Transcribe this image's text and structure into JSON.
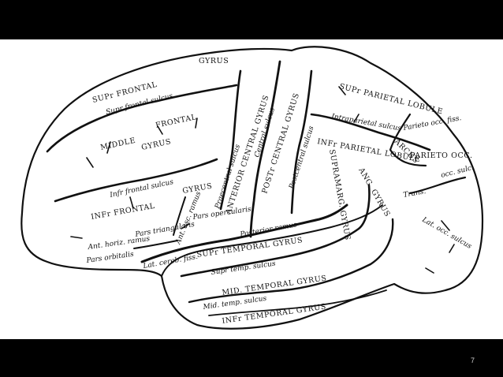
{
  "page_number": "7",
  "labels": {
    "sup_frontal": "SUPr FRONTAL",
    "gyrus_top": "GYRUS",
    "supr_frontal_sulcus": "Supr frontal sulcus",
    "middle": "MIDDLE",
    "frontal": "FRONTAL",
    "gyrus_mid": "GYRUS",
    "inf_frontal_sulcus": "Infr frontal sulcus",
    "infr_frontal": "INFr FRONTAL",
    "gyrus_pars": "GYRUS",
    "pars_triangularis": "Pars triangularis",
    "ant_horiz_ramus": "Ant. horiz. ramus",
    "pars_orbitalis": "Pars orbitalis",
    "ant_asc_ramus": "Ant. asc. ramus",
    "pars_opercularis": "Pars opercularis",
    "lat_cereb_fiss": "Lat. cereb. fiss.",
    "posterior_ramus": "Posterior ramus",
    "sup_temporal_gyrus": "SUPr TEMPORAL GYRUS",
    "supr_temp_sulcus": "Supr temp. sulcus",
    "mid_temporal_gyrus": "MID. TEMPORAL GYRUS",
    "mid_temp_sulcus": "Mid. temp. sulcus",
    "inf_temporal_gyrus": "INFr TEMPORAL GYRUS",
    "precentral_sulcus": "Praecentral sulcus",
    "anterior_central_gyrus": "ANTERIOR CENTRAL GYRUS",
    "central_sulcus": "Central sulcus",
    "post_central_gyrus": "POSTr CENTRAL GYRUS",
    "postcentral_sulcus": "Postcentral sulcus",
    "sup_parietal_lobule": "SUPr PARIETAL LOBULE",
    "intraparietal_sulcus": "Intraparietal sulcus",
    "inf_parietal_lobule": "INFr PARIETAL LOBULE",
    "supramarg_gyrus": "SUPRAMARG. GYRUS",
    "angular_gyrus": "ANG. GYRUS",
    "parieto_occ_fiss": "Parieto occ. fiss.",
    "arcus": "ARCUS",
    "parieto_occ": "PARIETO OCC.",
    "occ_sulc": "occ. sulc.",
    "trans": "Trans.",
    "lat_occ_sulcus": "Lat. occ. sulcus"
  }
}
